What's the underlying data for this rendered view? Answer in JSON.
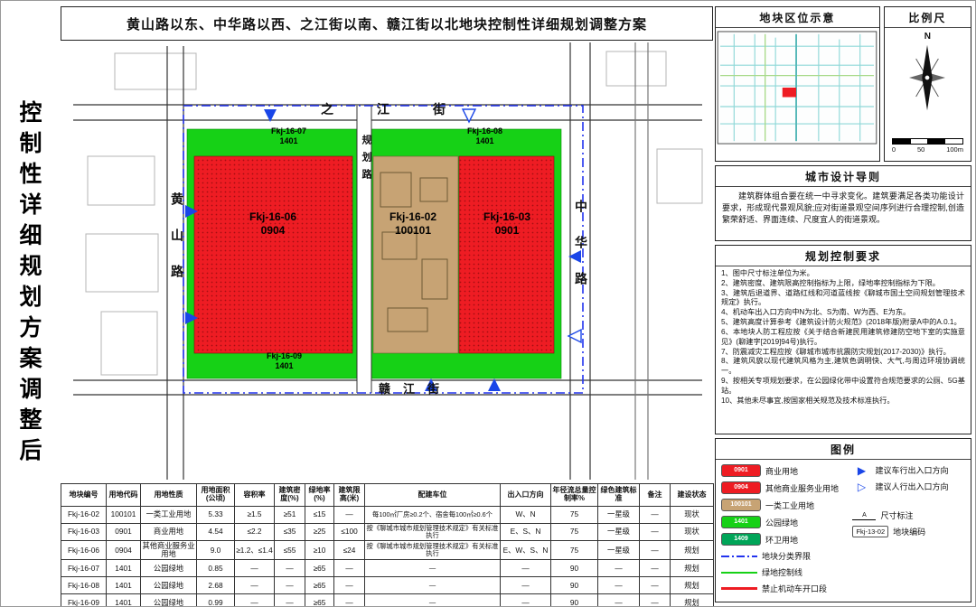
{
  "page": {
    "left_title": "控制性详细规划方案调整后",
    "map_title": "黄山路以东、中华路以西、之江街以南、赣江街以北地块控制性详细规划调整方案"
  },
  "colors": {
    "commercial_red": "#ee1c23",
    "industrial_tan": "#c7a374",
    "park_green": "#16d116",
    "sanitation_green": "#00a558",
    "boundary_blue": "#2233ee",
    "arrow_blue": "#1a46e8"
  },
  "map": {
    "streets": {
      "north": "之江街",
      "south": "赣江街",
      "west": "黄山路",
      "east": "中华路",
      "middle": "规划路"
    },
    "parcels": [
      {
        "id": "Fkj-16-06",
        "code": "0904"
      },
      {
        "id": "Fkj-16-02",
        "code": "100101"
      },
      {
        "id": "Fkj-16-03",
        "code": "0901"
      },
      {
        "id": "Fkj-16-07",
        "code": "1401"
      },
      {
        "id": "Fkj-16-08",
        "code": "1401"
      },
      {
        "id": "Fkj-16-09",
        "code": "1401"
      }
    ]
  },
  "location": {
    "title": "地块区位示意",
    "scale_title": "比例尺",
    "north_label": "N",
    "scale_ticks": [
      "0",
      "50",
      "100m"
    ]
  },
  "guidelines": {
    "title": "城市设计导则",
    "body": "建筑群体组合要在统一中寻求变化。建筑要满足各类功能设计要求，形成现代景观风貌;应对街道景观空间序列进行合理控制,创造繁荣舒适、界面连续、尺度宜人的街道景观。"
  },
  "requirements": {
    "title": "规划控制要求",
    "items": [
      "1、图中尺寸标注单位为米。",
      "2、建筑密度、建筑限高控制指标为上限，绿地率控制指标为下限。",
      "3、建筑后退道界、道路红线和河道蓝线按《聊城市国土空间规划管理技术规定》执行。",
      "4、机动车出入口方向中N为北、S为南、W为西、E为东。",
      "5、建筑高度计算参考《建筑设计防火规范》(2018年版)附录A中的A.0.1。",
      "6、本地块人防工程应按《关于结合新建民用建筑修建防空地下室的实施意见》(聊建字[2019]94号)执行。",
      "7、防震减灾工程应按《聊城市城市抗震防灾规划(2017-2030)》执行。",
      "8、建筑风貌以现代建筑风格为主,建筑色调明快、大气,与周边环境协调统一。",
      "9、按相关专项规划要求，在公园绿化带中设置符合规范要求的公厕、5G基站。",
      "10、其他未尽事宜,按国家相关规范及技术标准执行。"
    ]
  },
  "legend": {
    "title": "图例",
    "land_items": [
      {
        "code": "0901",
        "label": "商业用地",
        "color": "#ee1c23"
      },
      {
        "code": "0904",
        "label": "其他商业服务业用地",
        "color": "#ee1c23"
      },
      {
        "code": "100101",
        "label": "一类工业用地",
        "color": "#c7a374"
      },
      {
        "code": "1401",
        "label": "公园绿地",
        "color": "#16d116"
      },
      {
        "code": "1409",
        "label": "环卫用地",
        "color": "#00a558"
      }
    ],
    "line_items": [
      {
        "label": "地块分类界限",
        "style": "line-dashdot"
      },
      {
        "label": "绿地控制线",
        "style": "line-green"
      },
      {
        "label": "禁止机动车开口段",
        "style": "line-red"
      }
    ],
    "arrow_items": [
      {
        "label": "建议车行出入口方向",
        "icon": "vehicle-entrance-arrow-icon",
        "glyph": "▶"
      },
      {
        "label": "建议人行出入口方向",
        "icon": "pedestrian-entrance-arrow-icon",
        "glyph": "▷"
      }
    ],
    "dim_symbol": "A",
    "dim_label": "尺寸标注",
    "code_sample": "Fkj-13-02",
    "code_label": "地块编码"
  },
  "table": {
    "headers": [
      "地块编号",
      "用地代码",
      "用地性质",
      "用地面积(公顷)",
      "容积率",
      "建筑密度(%)",
      "绿地率(%)",
      "建筑限高(米)",
      "配建车位",
      "出入口方向",
      "年径流总量控制率%",
      "绿色建筑标准",
      "备注",
      "建设状态"
    ],
    "rows": [
      [
        "Fkj-16-02",
        "100101",
        "一类工业用地",
        "5.33",
        "≥1.5",
        "≥51",
        "≤15",
        "—",
        "每100㎡厂房≥0.2个、宿舍每100㎡≥0.6个",
        "W、N",
        "75",
        "一星级",
        "—",
        "现状"
      ],
      [
        "Fkj-16-03",
        "0901",
        "商业用地",
        "4.54",
        "≤2.2",
        "≤35",
        "≥25",
        "≤100",
        "按《聊城市城市规划管理技术规定》有关标准执行",
        "E、S、N",
        "75",
        "一星级",
        "—",
        "现状"
      ],
      [
        "Fkj-16-06",
        "0904",
        "其他商业服务业用地",
        "9.0",
        "≥1.2、≤1.4",
        "≤55",
        "≥10",
        "≤24",
        "按《聊城市城市规划管理技术规定》有关标准执行",
        "E、W、S、N",
        "75",
        "一星级",
        "—",
        "规划"
      ],
      [
        "Fkj-16-07",
        "1401",
        "公园绿地",
        "0.85",
        "—",
        "—",
        "≥65",
        "—",
        "—",
        "—",
        "90",
        "—",
        "—",
        "规划"
      ],
      [
        "Fkj-16-08",
        "1401",
        "公园绿地",
        "2.68",
        "—",
        "—",
        "≥65",
        "—",
        "—",
        "—",
        "90",
        "—",
        "—",
        "规划"
      ],
      [
        "Fkj-16-09",
        "1401",
        "公园绿地",
        "0.99",
        "—",
        "—",
        "≥65",
        "—",
        "—",
        "—",
        "90",
        "—",
        "—",
        "规划"
      ]
    ]
  }
}
